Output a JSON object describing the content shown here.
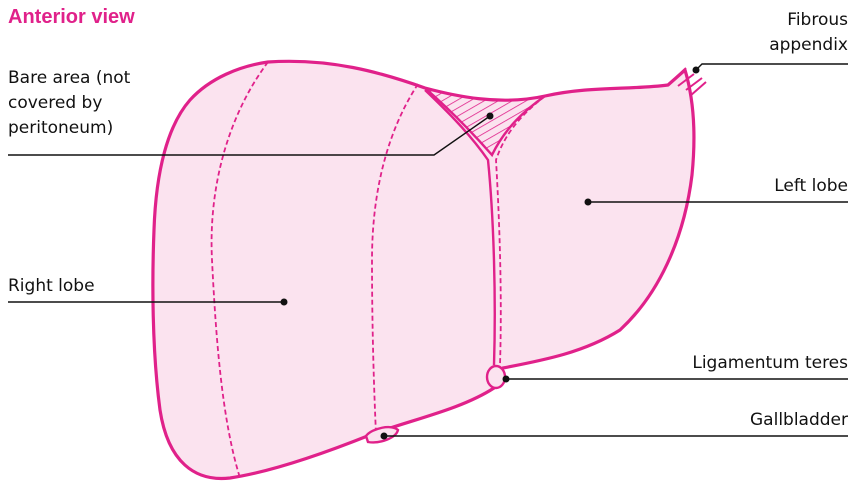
{
  "title": "Anterior view",
  "labels": {
    "bare_area": [
      "Bare area (not",
      "covered by",
      "peritoneum)"
    ],
    "right_lobe": "Right lobe",
    "fibrous_appendix": [
      "Fibrous",
      "appendix"
    ],
    "left_lobe": "Left lobe",
    "ligamentum_teres": "Ligamentum teres",
    "gallbladder": "Gallbladder"
  },
  "colors": {
    "accent": "#e0218a",
    "fill": "#fbe3ef",
    "text": "#111111"
  }
}
